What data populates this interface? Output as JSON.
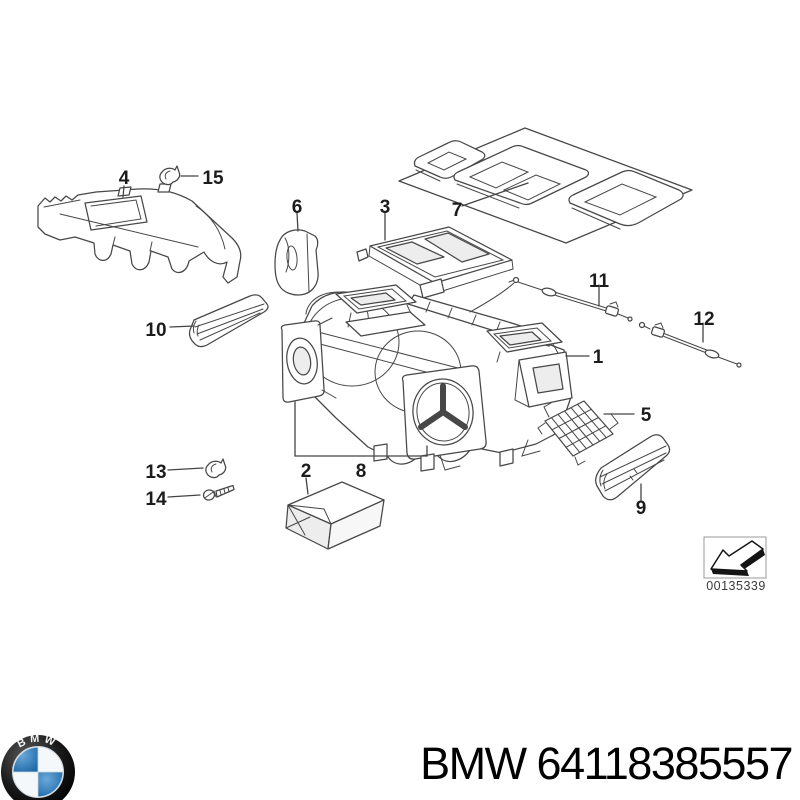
{
  "diagram": {
    "type": "exploded-parts-diagram",
    "subject": "heater and air conditioning unit",
    "labels": [
      "1",
      "2",
      "3",
      "4",
      "5",
      "6",
      "7",
      "8",
      "9",
      "10",
      "11",
      "12",
      "13",
      "14",
      "15"
    ],
    "ref_code": "00135339"
  },
  "footer": {
    "logo_text": "BMW",
    "title": "BMW 64118385557"
  },
  "colors": {
    "bmw_blue": "#2e7dbe",
    "line": "#474747",
    "ref_text": "#3a3a3a"
  }
}
